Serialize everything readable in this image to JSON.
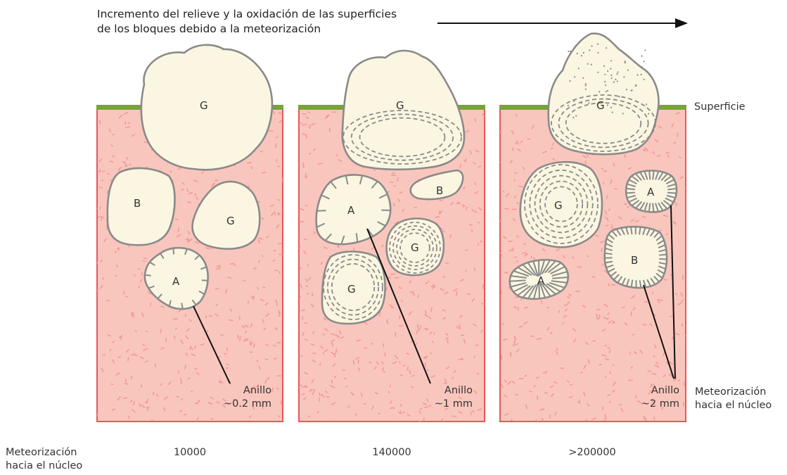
{
  "header": {
    "line1": "Incremento del relieve y la oxidación de las superficies",
    "line2": "de los bloques debido a la meteorización"
  },
  "labels": {
    "surface": "Superficie",
    "core_weathering_right_line1": "Meteorización",
    "core_weathering_right_line2": "hacia el núcleo",
    "core_weathering_left_line1": "Meteorización",
    "core_weathering_left_line2": "hacia el núcleo"
  },
  "panels": [
    {
      "age": "10000",
      "ring_label": "Anillo",
      "ring_value": "~0.2 mm",
      "rocks": [
        "G",
        "B",
        "G",
        "A"
      ]
    },
    {
      "age": "140000",
      "ring_label": "Anillo",
      "ring_value": "~1 mm",
      "rocks": [
        "G",
        "B",
        "A",
        "G",
        "G"
      ]
    },
    {
      "age": ">200000",
      "ring_label": "Anillo",
      "ring_value": "~2 mm",
      "rocks": [
        "G",
        "G",
        "A",
        "B",
        "A"
      ]
    }
  ],
  "colors": {
    "soil": "#f9c6bd",
    "soil_border": "#e8565a",
    "soil_speckle": "#f19b94",
    "grass": "#77a33a",
    "rock_fill": "#fbf6e1",
    "rock_stroke": "#8a8a8a"
  }
}
